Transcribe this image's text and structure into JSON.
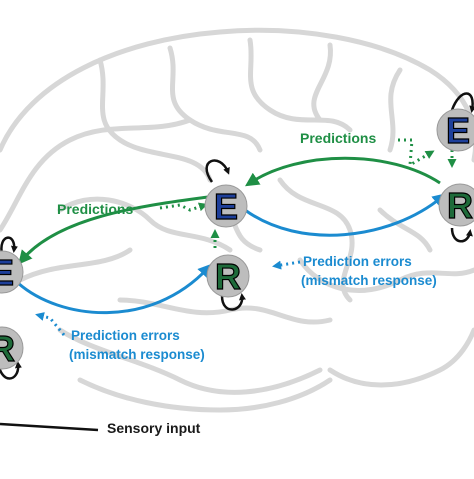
{
  "colors": {
    "green": "#1f8f45",
    "blue": "#1b8bd0",
    "node_fill": "#bdbdbd",
    "node_letter_E": "#1e3f9a",
    "node_letter_R": "#1e6b3a",
    "brain_line": "#d7d7d7",
    "text": "#1a1a1a"
  },
  "labels": {
    "predictions_left": "Predictions",
    "predictions_right": "Predictions",
    "prediction_errors_mid_line1": "Prediction errors",
    "prediction_errors_mid_line2": "(mismatch response)",
    "prediction_errors_low_line1": "Prediction errors",
    "prediction_errors_low_line2": "(mismatch response)",
    "sensory_input": "Sensory input"
  },
  "nodes": {
    "e_low": "E",
    "r_low": "R",
    "e_mid": "E",
    "r_mid": "R",
    "e_high": "E",
    "r_high": "R"
  }
}
